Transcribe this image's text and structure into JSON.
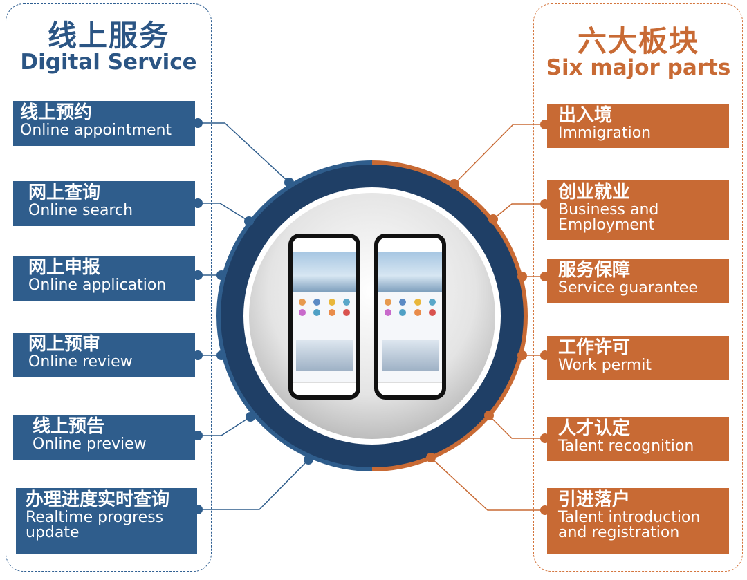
{
  "left_panel": {
    "title_cn": "线上服务",
    "title_en": "Digital Service",
    "items": [
      {
        "cn": "线上预约",
        "en": "Online appointment"
      },
      {
        "cn": "网上查询",
        "en": "Online search"
      },
      {
        "cn": "网上申报",
        "en": "Online application"
      },
      {
        "cn": "网上预审",
        "en": "Online  review"
      },
      {
        "cn": "线上预告",
        "en": "Online preview"
      },
      {
        "cn": "办理进度实时查询",
        "en": "Realtime progress update"
      }
    ]
  },
  "right_panel": {
    "title_cn": "六大板块",
    "title_en": "Six major parts",
    "items": [
      {
        "cn": "出入境",
        "en": "Immigration"
      },
      {
        "cn": "创业就业",
        "en": "Business and Employment"
      },
      {
        "cn": "服务保障",
        "en": "Service guarantee"
      },
      {
        "cn": "工作许可",
        "en": "Work permit"
      },
      {
        "cn": "人才认定",
        "en": "Talent recognition"
      },
      {
        "cn": "引进落户",
        "en": "Talent introduction and registration"
      }
    ]
  },
  "colors": {
    "blue": "#2f5d8c",
    "dark_blue": "#1f3f66",
    "orange": "#c86a34"
  },
  "phones": [
    {
      "icon": "mobile-app-screenshot-chinese"
    },
    {
      "icon": "mobile-app-screenshot-english"
    }
  ]
}
